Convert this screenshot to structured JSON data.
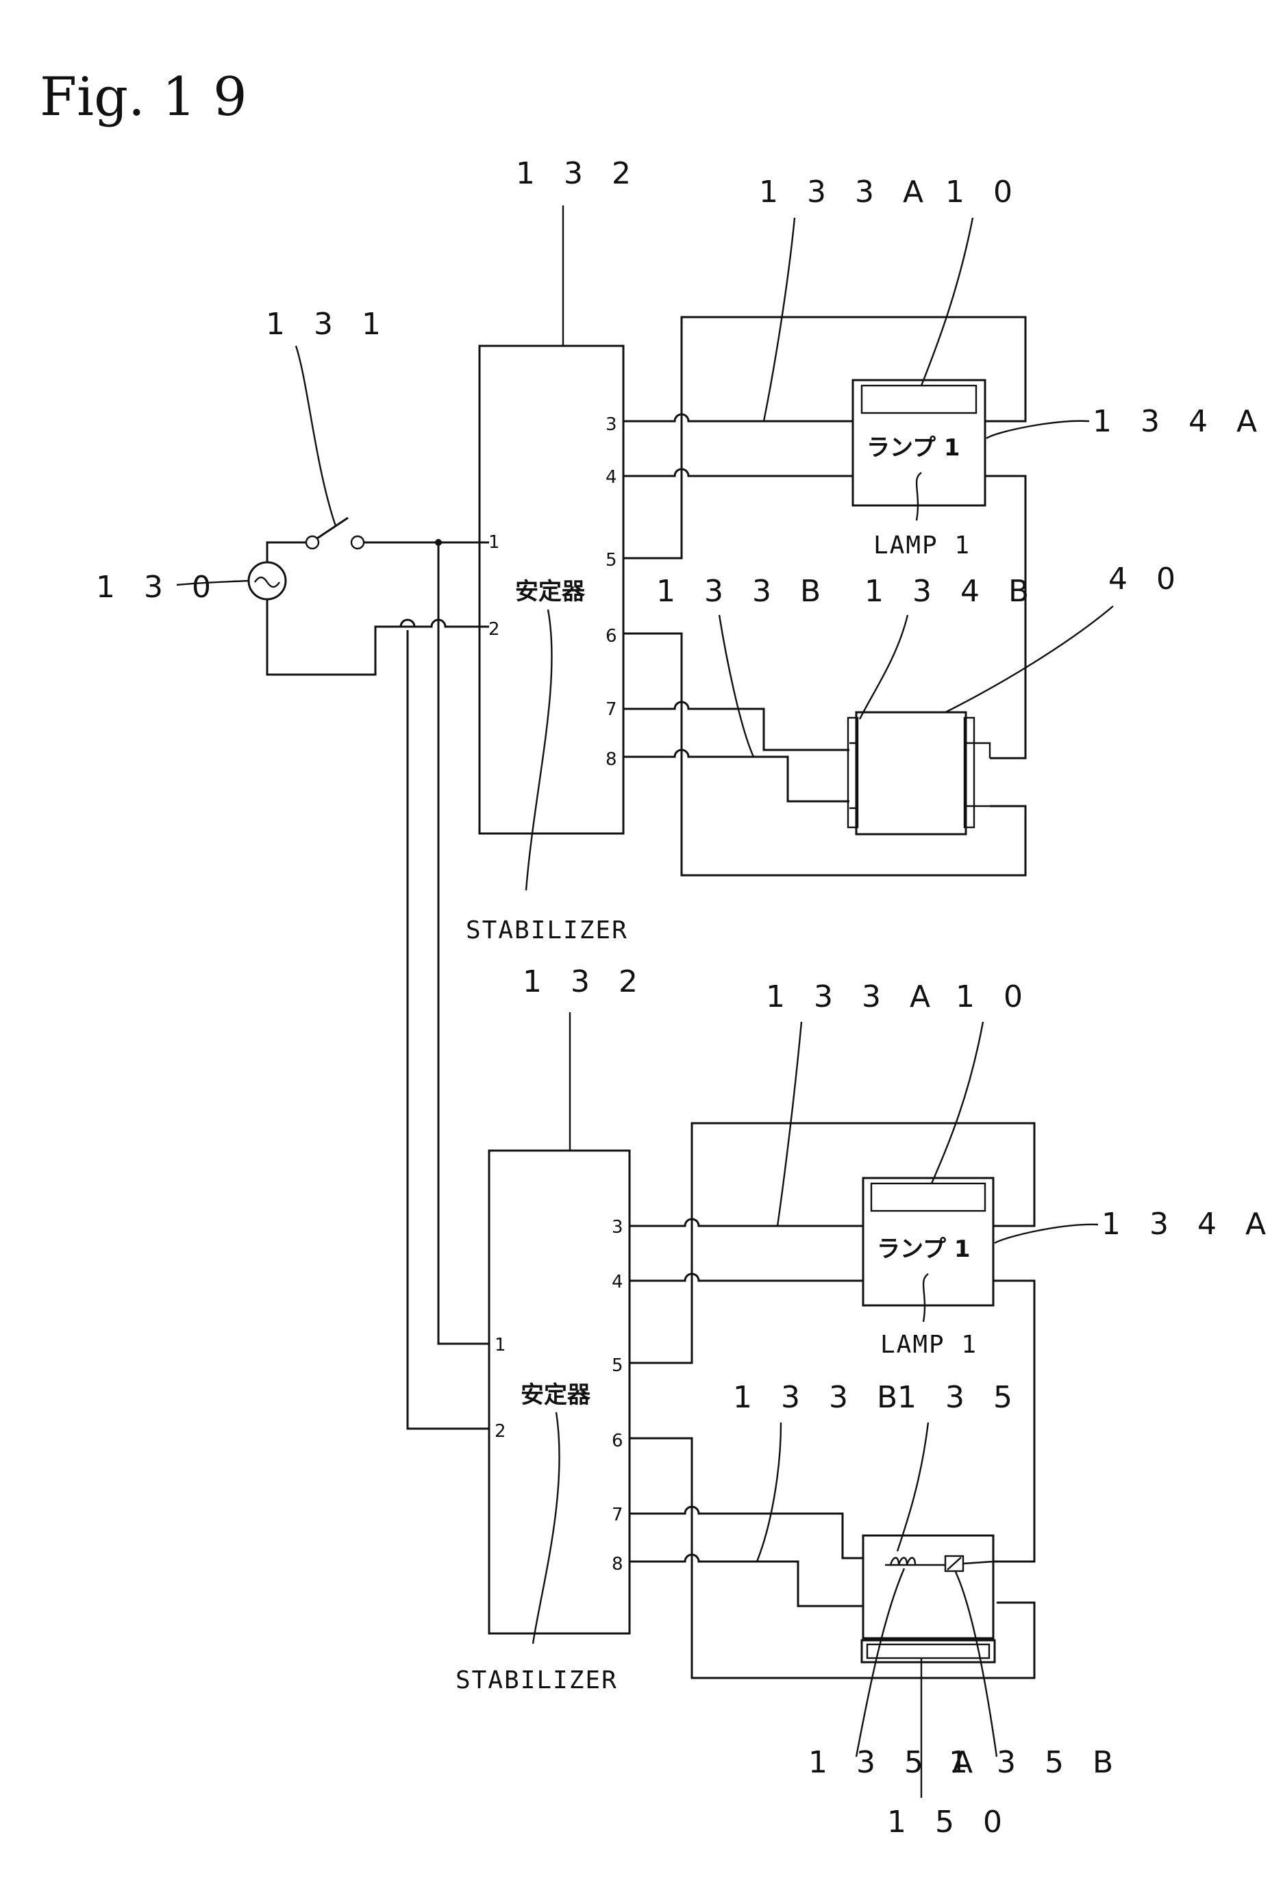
{
  "figure": {
    "title": "Fig. 1 9"
  },
  "source": {
    "ref": "1 3 0"
  },
  "switch": {
    "ref": "1 3 1"
  },
  "stabilizer_top": {
    "ref": "1 3 2",
    "name_jp": "安定器",
    "caption": "STABILIZER",
    "pins": [
      "1",
      "2",
      "3",
      "4",
      "5",
      "6",
      "7",
      "8"
    ]
  },
  "lamp_top": {
    "wire_a_ref": "1 3 3 A",
    "lamp_ref": "1 0",
    "socket_a_ref": "1 3 4 A",
    "label_jp": "ランプ 1",
    "label_en": "LAMP 1",
    "wire_b_ref": "1 3 3 B",
    "socket_b_ref": "1 3 4 B",
    "unit_ref": "4 0"
  },
  "stabilizer_bottom": {
    "ref": "1 3 2",
    "name_jp": "安定器",
    "caption": "STABILIZER",
    "pins": [
      "1",
      "2",
      "3",
      "4",
      "5",
      "6",
      "7",
      "8"
    ]
  },
  "lamp_bottom": {
    "wire_a_ref": "1 3 3 A",
    "lamp_ref": "1 0",
    "socket_a_ref": "1 3 4 A",
    "label_jp": "ランプ 1",
    "label_en": "LAMP 1",
    "wire_b_ref": "1 3 3 B",
    "device_ref": "1 3 5",
    "device_a_ref": "1 3 5 A",
    "device_b_ref": "1 3 5 B",
    "plate_ref": "1 5 0"
  }
}
